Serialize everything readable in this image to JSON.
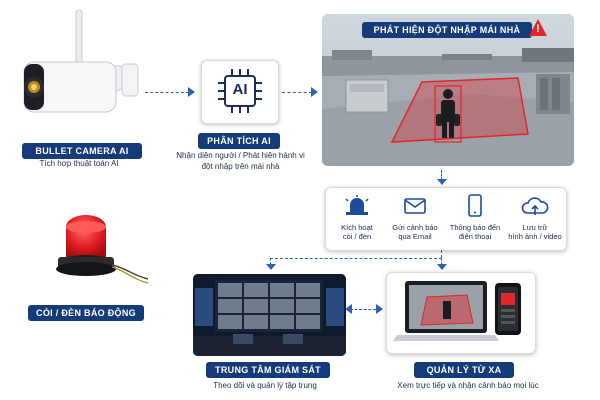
{
  "camera": {
    "title": "BULLET CAMERA AI",
    "subtitle": "Tích hợp thuật toán AI"
  },
  "analysis": {
    "chip_text": "AI",
    "title": "PHÂN TÍCH AI",
    "desc_line1": "Nhận diện người / Phát hiện hành vi",
    "desc_line2": "đột nhập trên mái nhà"
  },
  "detection": {
    "title": "PHÁT HIỆN ĐỘT NHẬP MÁI NHÀ",
    "warning_symbol": "!"
  },
  "actions": [
    {
      "icon": "siren-icon",
      "line1": "Kích hoạt",
      "line2": "còi / đèn"
    },
    {
      "icon": "email-icon",
      "line1": "Gửi cảnh báo",
      "line2": "qua Email"
    },
    {
      "icon": "phone-icon",
      "line1": "Thông báo đến",
      "line2": "điện thoại"
    },
    {
      "icon": "cloud-upload-icon",
      "line1": "Lưu trữ",
      "line2": "hình ảnh / video"
    }
  ],
  "siren": {
    "title": "CÒI / ĐÈN BÁO ĐỘNG"
  },
  "monitor": {
    "title": "TRUNG TÂM GIÁM SÁT",
    "subtitle": "Theo dõi và quản lý tập trung"
  },
  "remote": {
    "title": "QUẢN LÝ TỪ XA",
    "subtitle": "Xem trực tiếp và nhận cảnh báo mọi lúc"
  },
  "colors": {
    "navy": "#163b7a",
    "accent_blue": "#2d5fb3",
    "alert_red": "#e0262b"
  }
}
